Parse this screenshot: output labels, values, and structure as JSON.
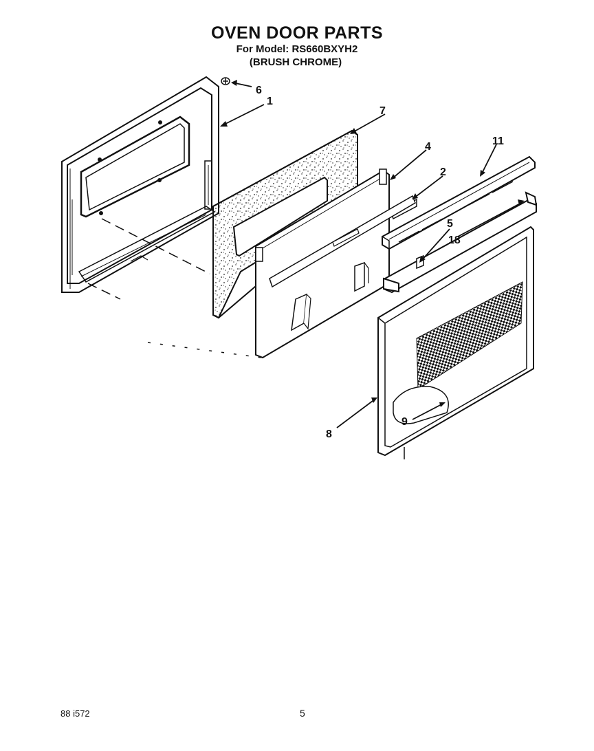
{
  "header": {
    "title": "OVEN DOOR PARTS",
    "model_line": "For Model: RS660BXYH2",
    "finish_line": "(BRUSH CHROME)"
  },
  "callouts": {
    "p1": "1",
    "p2": "2",
    "p4": "4",
    "p5": "5",
    "p6": "6",
    "p7": "7",
    "p8": "8",
    "p9": "9",
    "p11": "11",
    "p18": "18"
  },
  "footer": {
    "doc_number": "88 i572",
    "page_number": "5"
  }
}
